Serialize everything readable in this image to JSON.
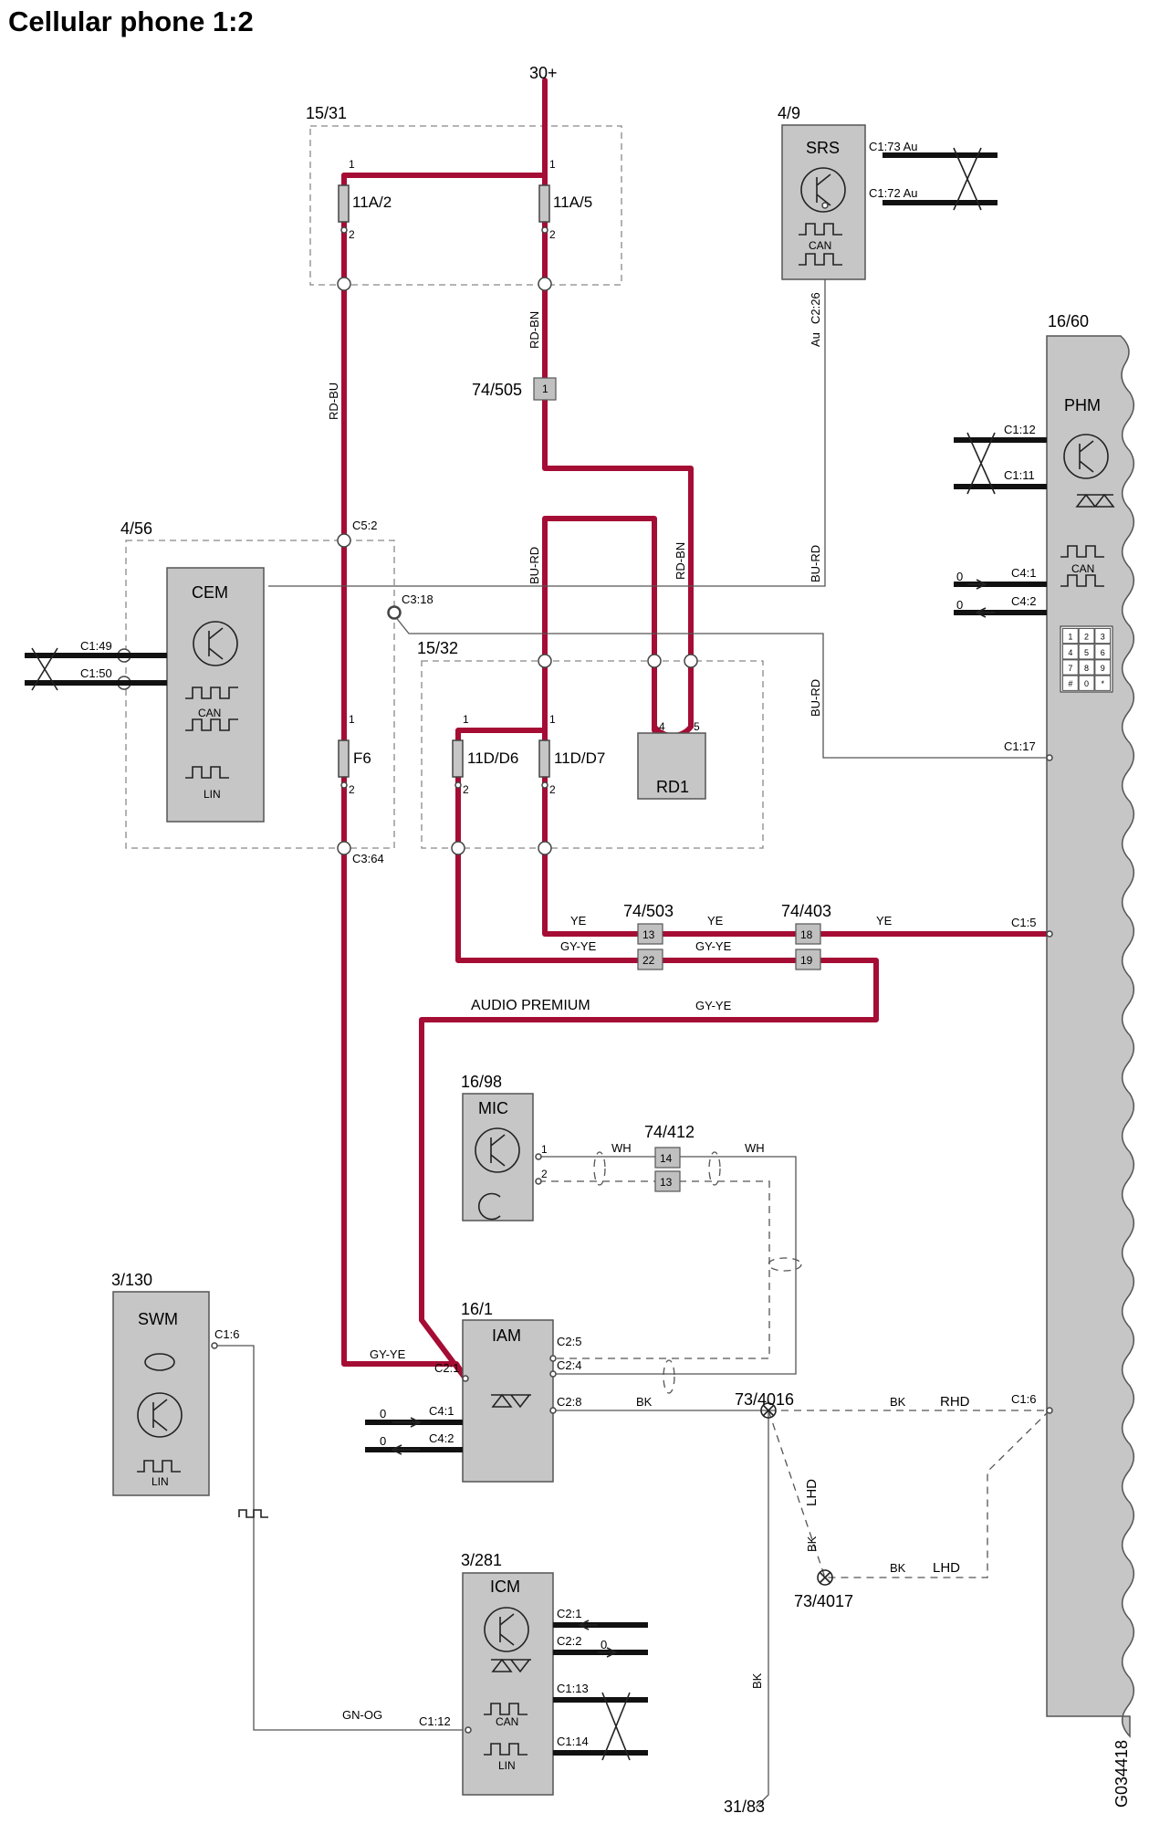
{
  "title": "Cellular phone 1:2",
  "drawing_id": "G034418",
  "power": "30+",
  "ground_ref": "31/83",
  "refs": {
    "f1531": "15/31",
    "f1532": "15/32",
    "cem_ref": "4/56",
    "srs_ref": "4/9",
    "phm_ref": "16/60",
    "mic_ref": "16/98",
    "iam_ref": "16/1",
    "swm_ref": "3/130",
    "icm_ref": "3/281",
    "c74505": "74/505",
    "c74503": "74/503",
    "c74403": "74/403",
    "c74412": "74/412",
    "g4016": "73/4016",
    "g4017": "73/4017"
  },
  "modules": {
    "cem": "CEM",
    "srs": "SRS",
    "phm": "PHM",
    "mic": "MIC",
    "iam": "IAM",
    "swm": "SWM",
    "icm": "ICM",
    "rd1": "RD1"
  },
  "fuses": {
    "f11a2": "11A/2",
    "f11a5": "11A/5",
    "f6": "F6",
    "f11d6": "11D/D6",
    "f11d7": "11D/D7"
  },
  "bus": {
    "can": "CAN",
    "lin": "LIN"
  },
  "keypad": [
    "1",
    "2",
    "3",
    "4",
    "5",
    "6",
    "7",
    "8",
    "9",
    "#",
    "0",
    "*"
  ],
  "pins": {
    "p1": "1",
    "p2": "2",
    "p4": "4",
    "p5": "5",
    "p13": "13",
    "p14": "14",
    "p18": "18",
    "p19": "19",
    "p22": "22",
    "c173": "C1:73 Au",
    "c172": "C1:72 Au",
    "c226": "C2:26",
    "c149": "C1:49",
    "c150": "C1:50",
    "c52": "C5:2",
    "c318": "C3:18",
    "c364": "C3:64",
    "c112": "C1:12",
    "c111": "C1:11",
    "c41": "C4:1",
    "c42": "C4:2",
    "c117": "C1:17",
    "c15": "C1:5",
    "c16": "C1:6",
    "c21": "C2:1",
    "c25": "C2:5",
    "c24": "C2:4",
    "c28": "C2:8",
    "c22": "C2:2",
    "c113": "C1:13",
    "c114": "C1:14",
    "c112icm": "C1:12",
    "zero": "0"
  },
  "wires": {
    "rdbu": "RD-BU",
    "rdbn": "RD-BN",
    "burd": "BU-RD",
    "au": "Au",
    "ye": "YE",
    "gyye": "GY-YE",
    "wh": "WH",
    "bk": "BK",
    "gnog": "GN-OG",
    "rhd": "RHD",
    "lhd": "LHD",
    "audio_premium": "AUDIO PREMIUM"
  }
}
